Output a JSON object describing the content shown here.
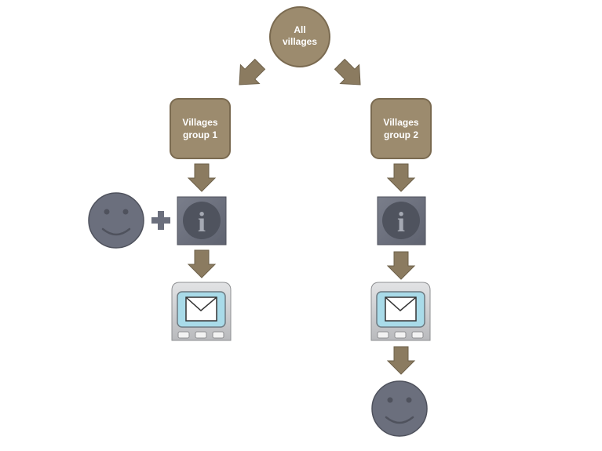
{
  "diagram": {
    "root": {
      "line1": "All",
      "line2": "villages"
    },
    "group1": {
      "line1": "Villages",
      "line2": "group 1"
    },
    "group2": {
      "line1": "Villages",
      "line2": "group 2"
    },
    "info_icon_letter": "i",
    "colors": {
      "node_fill": "#9c8b6e",
      "node_stroke": "#7a6a50",
      "arrow_fill": "#8b7b60",
      "arrow_stroke": "#6e614a",
      "face_fill": "#6b6f7d",
      "face_stroke": "#4f525d",
      "info_bg": "#6b6f7d",
      "info_circle": "#4f535e",
      "info_letter": "#a5a9b3",
      "phone_body": "#c8c9cb",
      "phone_screen": "#a9dbe9",
      "plus_sign": "#6b6f7d"
    },
    "icons": [
      "smiley-face-icon",
      "plus-icon",
      "info-icon",
      "phone-message-icon",
      "down-arrow-icon"
    ]
  }
}
